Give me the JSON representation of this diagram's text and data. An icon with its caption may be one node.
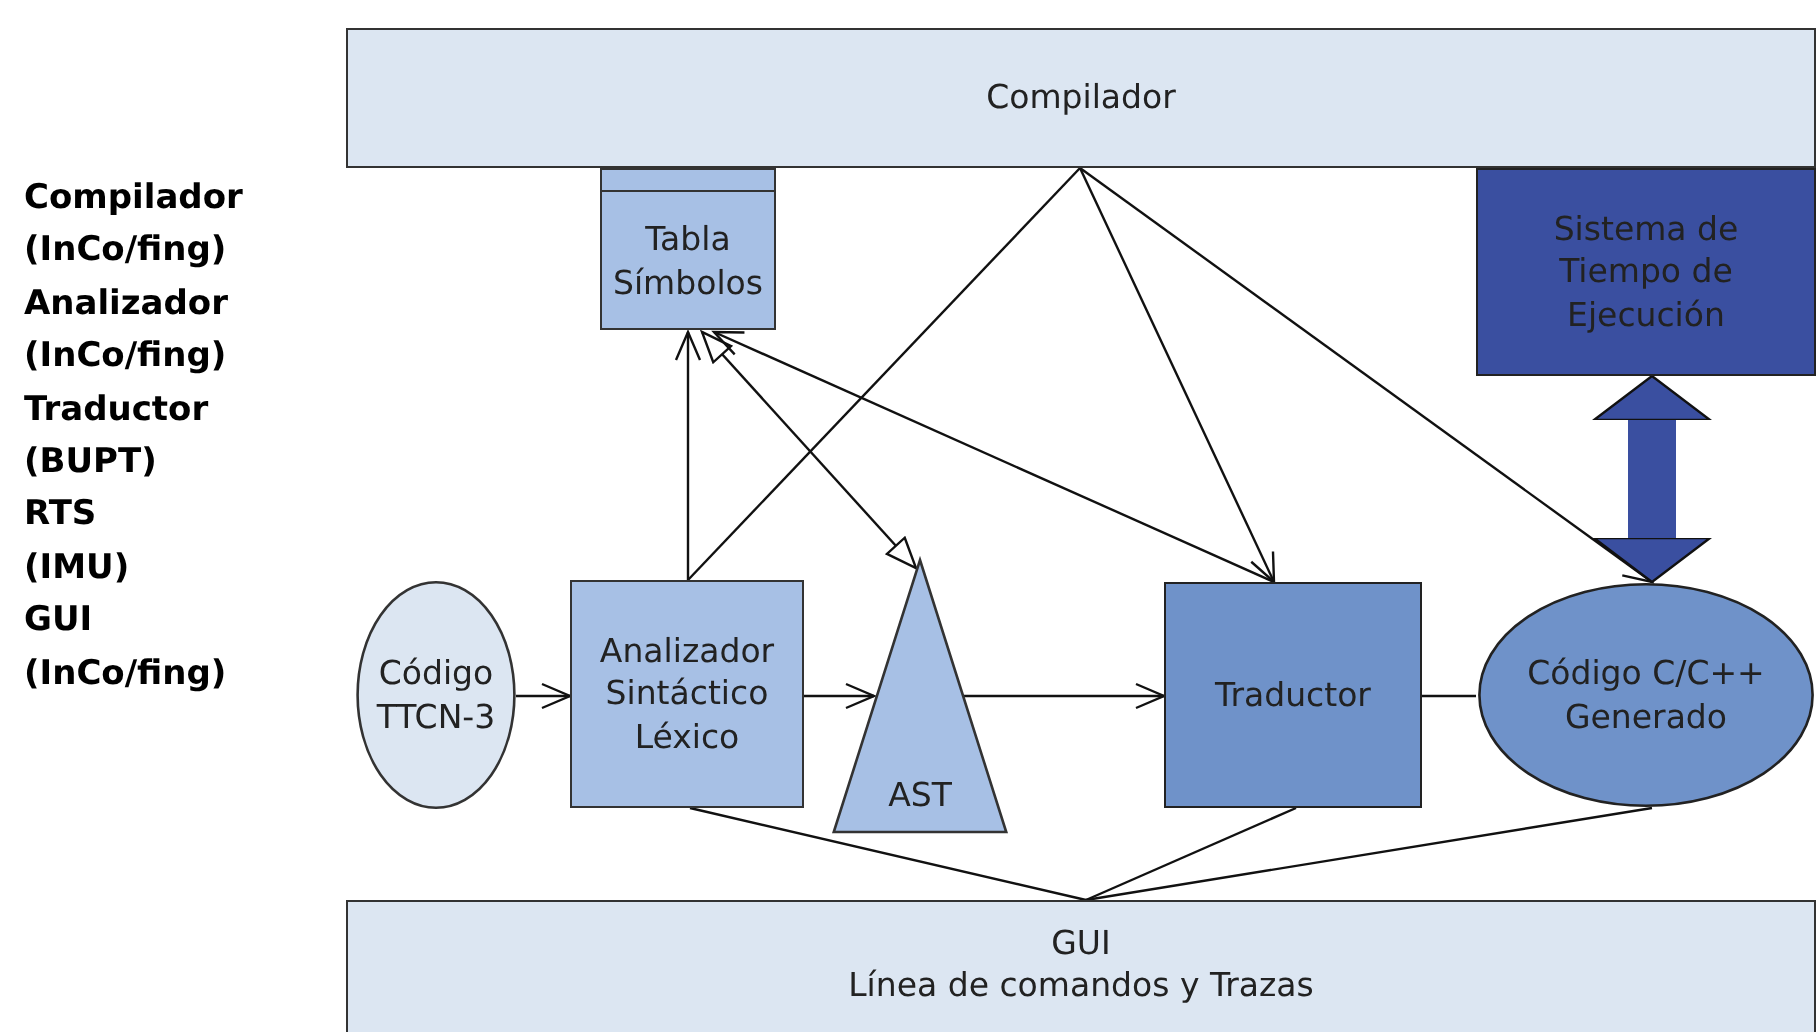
{
  "diagram": {
    "nodes": [
      {
        "text": [
          "Compilador"
        ]
      },
      {
        "text": [
          "Tabla Símbolos"
        ]
      },
      {
        "text": [
          "Sistema de Tiempo de Ejecución"
        ]
      },
      {
        "text": [
          "Código TTCN-3"
        ]
      },
      {
        "text": [
          "Analizador Sintáctico Léxico"
        ]
      },
      {
        "text": [
          "AST"
        ]
      },
      {
        "text": [
          "Traductor"
        ]
      },
      {
        "text": [
          "Código C/C++ Generado"
        ]
      },
      {
        "text": [
          "GUI",
          "Línea de comandos y Trazas"
        ]
      }
    ],
    "edges": [
      {
        "from": 0,
        "to": 4,
        "arrow": "none"
      },
      {
        "from": 0,
        "to": 6,
        "arrow": "to"
      },
      {
        "from": 0,
        "to": 7,
        "arrow": "to"
      },
      {
        "from": 4,
        "to": 1,
        "arrow": "to"
      },
      {
        "from": 1,
        "to": 5,
        "arrow": "both"
      },
      {
        "from": 6,
        "to": 1,
        "arrow": "to"
      },
      {
        "from": 3,
        "to": 4,
        "arrow": "to"
      },
      {
        "from": 4,
        "to": 5,
        "arrow": "to"
      },
      {
        "from": 5,
        "to": 6,
        "arrow": "to"
      },
      {
        "from": 6,
        "to": 7,
        "arrow": "none"
      },
      {
        "from": 2,
        "to": 7,
        "arrow": "both",
        "style": "thick",
        "color": "#3a4fa0"
      },
      {
        "from": 4,
        "to": 8,
        "arrow": "none"
      },
      {
        "from": 6,
        "to": 8,
        "arrow": "none"
      },
      {
        "from": 7,
        "to": 8,
        "arrow": "none"
      }
    ],
    "labels": [
      "Compilador",
      "(InCo/fing)",
      "Analizador",
      "(InCo/fing)",
      "Traductor",
      "(BUPT)",
      "RTS",
      "(IMU)",
      "GUI",
      "(InCo/fing)"
    ]
  }
}
